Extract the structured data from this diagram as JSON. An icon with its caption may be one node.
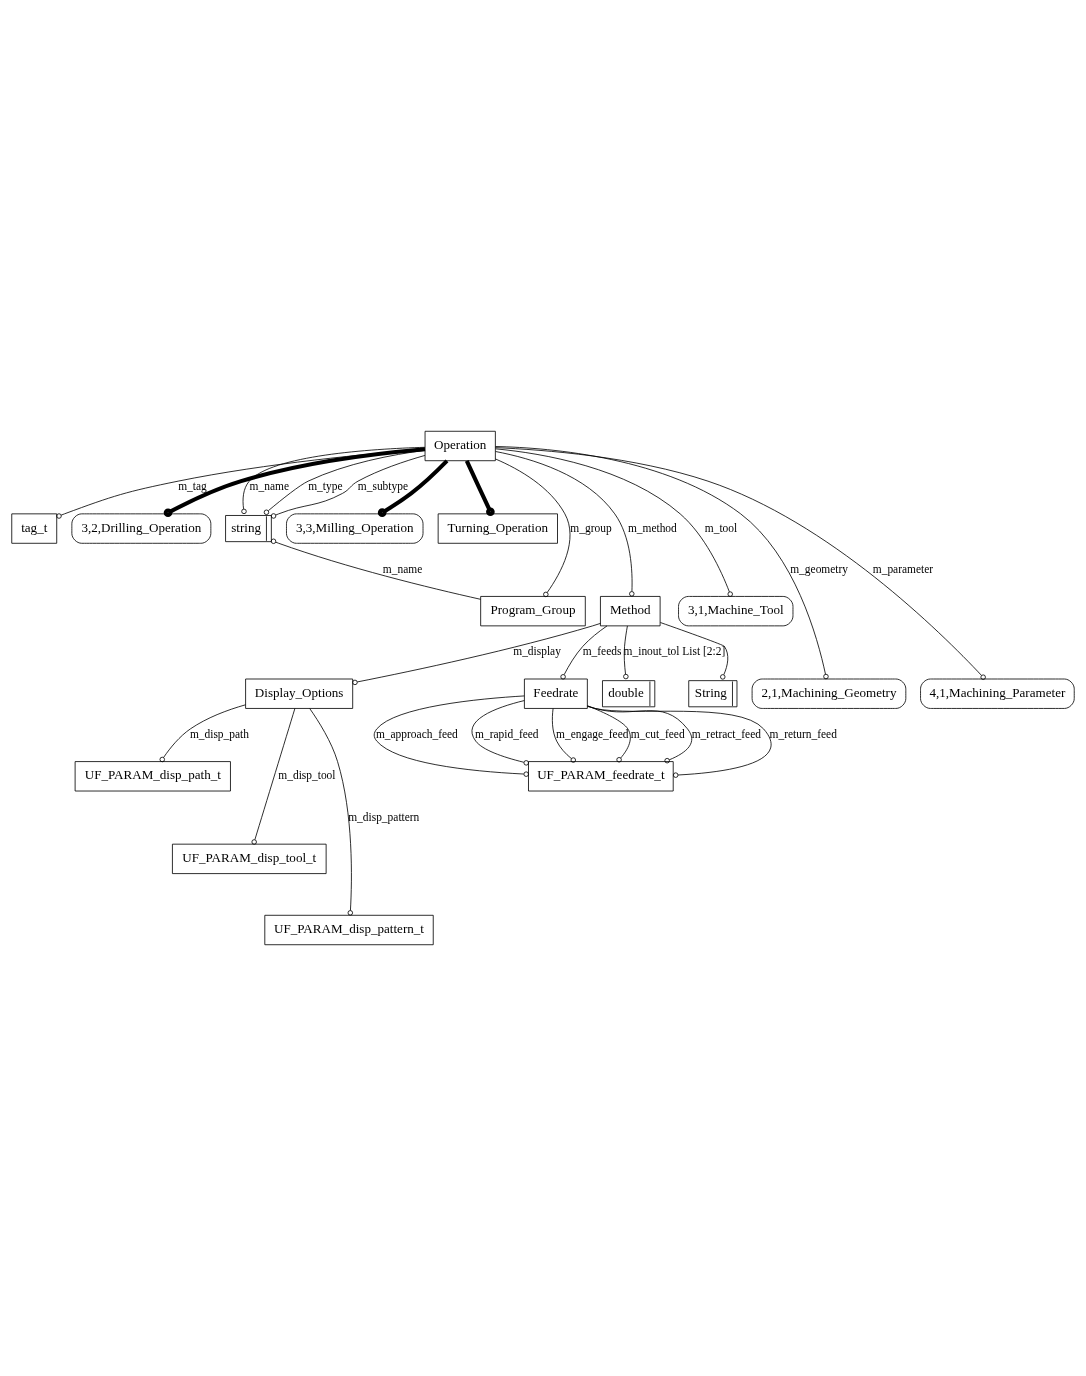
{
  "diagram": {
    "nodes": [
      {
        "text": [
          "tag_t"
        ]
      },
      {
        "text": [
          "Operation"
        ]
      },
      {
        "text": [
          "3,2,Drilling_Operation"
        ]
      },
      {
        "text": [
          "string"
        ]
      },
      {
        "text": [
          "3,3,Milling_Operation"
        ]
      },
      {
        "text": [
          "Turning_Operation"
        ]
      },
      {
        "text": [
          "Program_Group"
        ]
      },
      {
        "text": [
          "Method"
        ]
      },
      {
        "text": [
          "3,1,Machine_Tool"
        ]
      },
      {
        "text": [
          "2,1,Machining_Geometry"
        ]
      },
      {
        "text": [
          "4,1,Machining_Parameter"
        ]
      },
      {
        "text": [
          "Display_Options"
        ]
      },
      {
        "text": [
          "Feedrate"
        ]
      },
      {
        "text": [
          "double"
        ]
      },
      {
        "text": [
          "String"
        ]
      },
      {
        "text": [
          "UF_PARAM_feedrate_t"
        ]
      },
      {
        "text": [
          "UF_PARAM_disp_path_t"
        ]
      },
      {
        "text": [
          "UF_PARAM_disp_tool_t"
        ]
      },
      {
        "text": [
          "UF_PARAM_disp_pattern_t"
        ]
      }
    ],
    "edges": [
      {
        "from": 1,
        "to": 0,
        "arrow": "other",
        "label": "m_tag"
      },
      {
        "from": 1,
        "to": 3,
        "arrow": "other",
        "label": "m_name"
      },
      {
        "from": 1,
        "to": 3,
        "arrow": "other",
        "label": "m_type"
      },
      {
        "from": 1,
        "to": 3,
        "arrow": "other",
        "label": "m_subtype"
      },
      {
        "from": 1,
        "to": 2,
        "arrow": "other",
        "style": "thick"
      },
      {
        "from": 1,
        "to": 4,
        "arrow": "other",
        "style": "thick"
      },
      {
        "from": 1,
        "to": 5,
        "arrow": "other",
        "style": "thick"
      },
      {
        "from": 6,
        "to": 3,
        "arrow": "other",
        "label": "m_name"
      },
      {
        "from": 1,
        "to": 6,
        "arrow": "other",
        "label": "m_group"
      },
      {
        "from": 1,
        "to": 7,
        "arrow": "other",
        "label": "m_method"
      },
      {
        "from": 1,
        "to": 8,
        "arrow": "other",
        "label": "m_tool"
      },
      {
        "from": 1,
        "to": 9,
        "arrow": "other",
        "label": "m_geometry"
      },
      {
        "from": 1,
        "to": 10,
        "arrow": "other",
        "label": "m_parameter"
      },
      {
        "from": 7,
        "to": 11,
        "arrow": "other",
        "label": "m_display"
      },
      {
        "from": 7,
        "to": 12,
        "arrow": "other",
        "label": "m_feeds"
      },
      {
        "from": 7,
        "to": 13,
        "arrow": "other",
        "label": "m_inout_tol List [2:2]"
      },
      {
        "from": 7,
        "to": 14,
        "arrow": "other"
      },
      {
        "from": 12,
        "to": 15,
        "arrow": "other",
        "label": "m_approach_feed"
      },
      {
        "from": 12,
        "to": 15,
        "arrow": "other",
        "label": "m_rapid_feed"
      },
      {
        "from": 12,
        "to": 15,
        "arrow": "other",
        "label": "m_engage_feed"
      },
      {
        "from": 12,
        "to": 15,
        "arrow": "other",
        "label": "m_cut_feed"
      },
      {
        "from": 12,
        "to": 15,
        "arrow": "other",
        "label": "m_retract_feed"
      },
      {
        "from": 12,
        "to": 15,
        "arrow": "other",
        "label": "m_return_feed"
      },
      {
        "from": 11,
        "to": 16,
        "arrow": "other",
        "label": "m_disp_path"
      },
      {
        "from": 11,
        "to": 17,
        "arrow": "other",
        "label": "m_disp_tool"
      },
      {
        "from": 11,
        "to": 18,
        "arrow": "other",
        "label": "m_disp_pattern"
      }
    ]
  }
}
